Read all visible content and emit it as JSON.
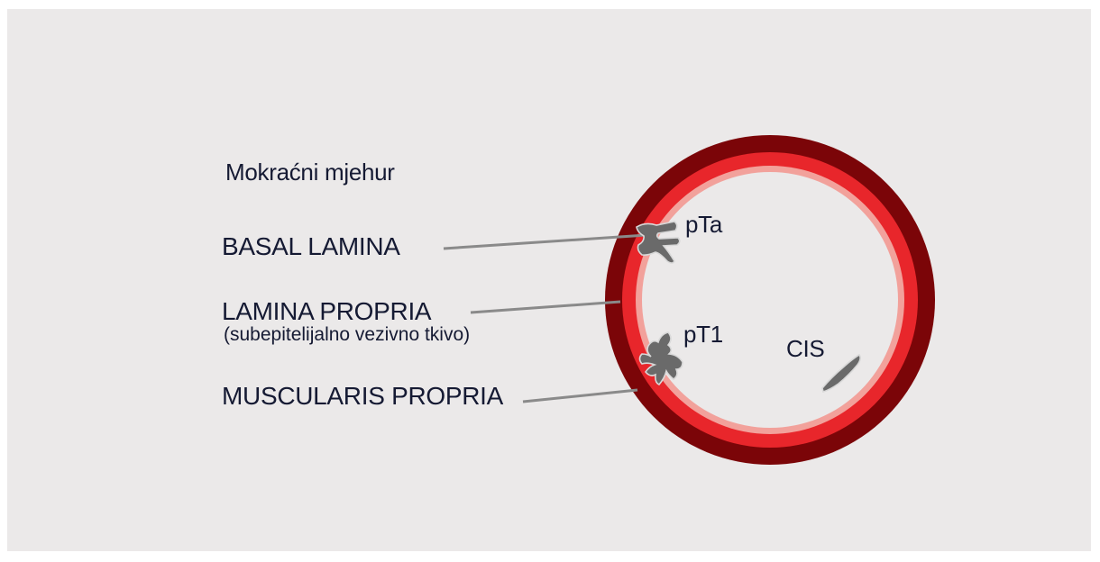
{
  "title": "Mokraćni mjehur",
  "layers": {
    "basal": "BASAL LAMINA",
    "propria": "LAMINA PROPRIA",
    "propria_sub": "(subepitelijalno vezivno tkivo)",
    "muscularis": "MUSCULARIS PROPRIA"
  },
  "tumors": {
    "pta": "pTa",
    "pt1": "pT1",
    "cis": "CIS"
  },
  "colors": {
    "background": "#ebe9e9",
    "muscularis": "#7b0508",
    "lamina_propria": "#e8262b",
    "basal_lamina": "#f2a19b",
    "lumen": "#ebe9e9",
    "tumor": "#6a6a6a",
    "pointer_line": "#8a8a8a",
    "text": "#151a33"
  }
}
